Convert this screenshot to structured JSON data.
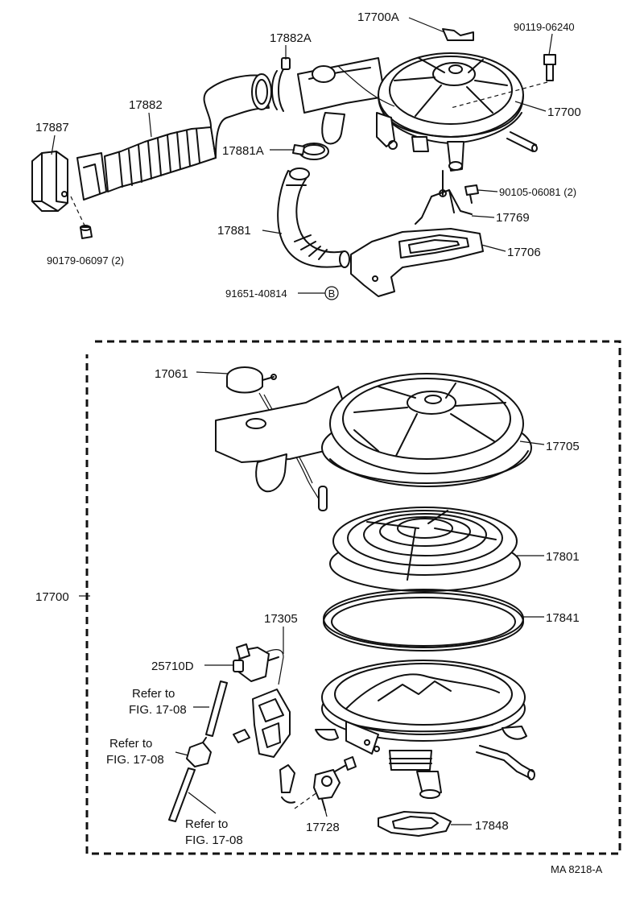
{
  "labels": {
    "p17700A": "17700A",
    "p90119": "90119-06240",
    "p17882A": "17882A",
    "p17882": "17882",
    "p17887": "17887",
    "p17700_top": "17700",
    "p17881A": "17881A",
    "p90105": "90105-06081 (2)",
    "p17769": "17769",
    "p17881": "17881",
    "p17706": "17706",
    "p90179": "90179-06097 (2)",
    "p91651": "91651-40814",
    "marker_b": "B",
    "p17061": "17061",
    "p17705": "17705",
    "p17801": "17801",
    "p17700_side": "17700",
    "p17841": "17841",
    "p17305": "17305",
    "p25710D": "25710D",
    "ref1_line1": "Refer to",
    "ref1_line2": "FIG. 17-08",
    "ref2_line1": "Refer to",
    "ref2_line2": "FIG. 17-08",
    "ref3_line1": "Refer to",
    "ref3_line2": "FIG. 17-08",
    "p17728": "17728",
    "p17848": "17848",
    "figure_code": "MA  8218-A"
  }
}
